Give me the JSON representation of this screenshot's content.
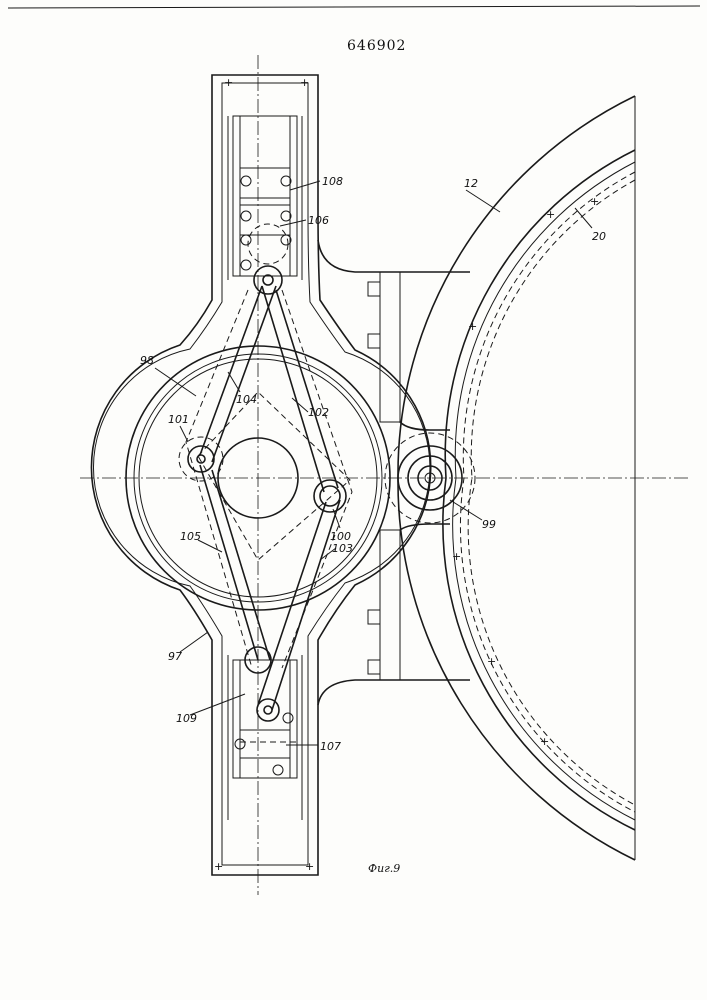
{
  "patent_number": "646902",
  "figure_caption": "Фиг.9",
  "labels": {
    "l12": "12",
    "l20": "20",
    "l108": "108",
    "l106": "106",
    "l98": "98",
    "l104": "104",
    "l102": "102",
    "l101": "101",
    "l100": "100",
    "l105": "105",
    "l103": "103",
    "l99": "99",
    "l97": "97",
    "l109": "109",
    "l107": "107"
  }
}
